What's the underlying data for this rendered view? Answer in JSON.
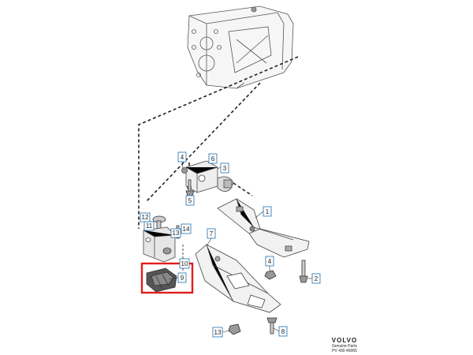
{
  "brand": {
    "logo": "VOLVO",
    "tagline": "Genuine Parts",
    "doc_code": "PV 430 46065"
  },
  "highlight_color": "#e31c1c",
  "callouts": [
    {
      "id": "c1",
      "label": "1"
    },
    {
      "id": "c2",
      "label": "2"
    },
    {
      "id": "c3",
      "label": "3"
    },
    {
      "id": "c4a",
      "label": "4"
    },
    {
      "id": "c4b",
      "label": "4"
    },
    {
      "id": "c5",
      "label": "5"
    },
    {
      "id": "c6",
      "label": "6"
    },
    {
      "id": "c7",
      "label": "7"
    },
    {
      "id": "c8",
      "label": "8"
    },
    {
      "id": "c9",
      "label": "9"
    },
    {
      "id": "c10",
      "label": "10"
    },
    {
      "id": "c11",
      "label": "11"
    },
    {
      "id": "c12",
      "label": "12"
    },
    {
      "id": "c13a",
      "label": "13"
    },
    {
      "id": "c13b",
      "label": "13"
    },
    {
      "id": "c14",
      "label": "14"
    }
  ]
}
